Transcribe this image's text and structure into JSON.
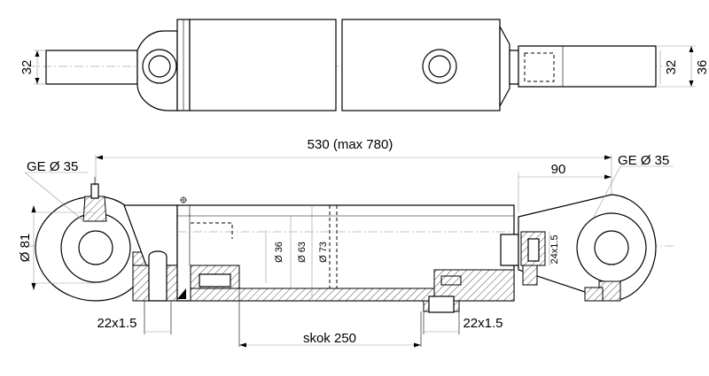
{
  "dimensions": {
    "top_pin_diameter": "32",
    "top_right_inner": "32",
    "top_right_outer": "36",
    "overall_length": "530 (max 780)",
    "eye_bearing_left": "GE Ø 35",
    "eye_bearing_right": "GE Ø 35",
    "right_eye_offset": "90",
    "eye_outer_diameter": "Ø 81",
    "rod_diameter": "Ø 36",
    "bore_diameter": "Ø 63",
    "tube_outer_diameter": "Ø 73",
    "port_thread_left": "22x1.5",
    "port_thread_right": "22x1.5",
    "rod_end_thread": "24x1.5",
    "stroke": "skok 250"
  },
  "colors": {
    "line": "#000000",
    "dimension": "#999999",
    "centerline": "#888888"
  }
}
